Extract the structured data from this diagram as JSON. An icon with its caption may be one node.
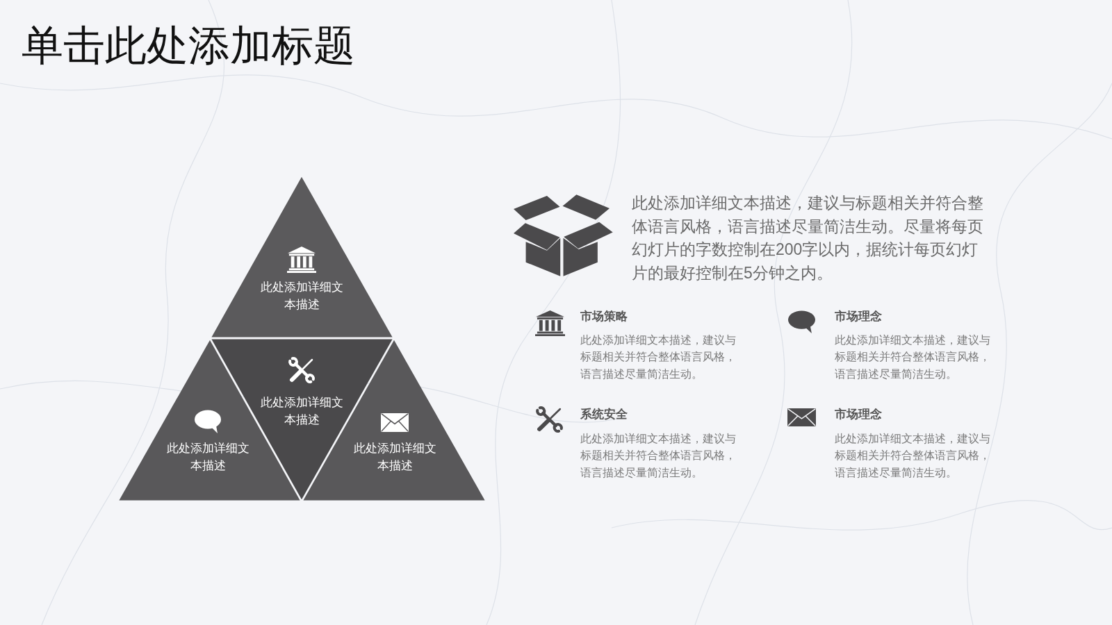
{
  "diagram": {
    "title": "单击此处添加标题",
    "nodes": [
      {
        "text": [
          "此处添加详细文本描述"
        ]
      },
      {
        "text": [
          "此处添加详细文本描述"
        ]
      },
      {
        "text": [
          "此处添加详细文本描述"
        ]
      },
      {
        "text": [
          "此处添加详细文本描述"
        ]
      }
    ],
    "labels": [
      "此处添加详细文本描述，建议与标题相关并符合整体语言风格，语言描述尽量简洁生动。尽量将每页幻灯片的字数控制在200字以内，据统计每页幻灯片的最好控制在5分钟之内。",
      "市场策略",
      "此处添加详细文本描述，建议与标题相关并符合整体语言风格，语言描述尽量简洁生动。",
      "市场理念",
      "此处添加详细文本描述，建议与标题相关并符合整体语言风格，语言描述尽量简洁生动。",
      "系统安全",
      "此处添加详细文本描述，建议与标题相关并符合整体语言风格，语言描述尽量简洁生动。",
      "市场理念",
      "此处添加详细文本描述，建议与标题相关并符合整体语言风格，语言描述尽量简洁生动。"
    ]
  }
}
